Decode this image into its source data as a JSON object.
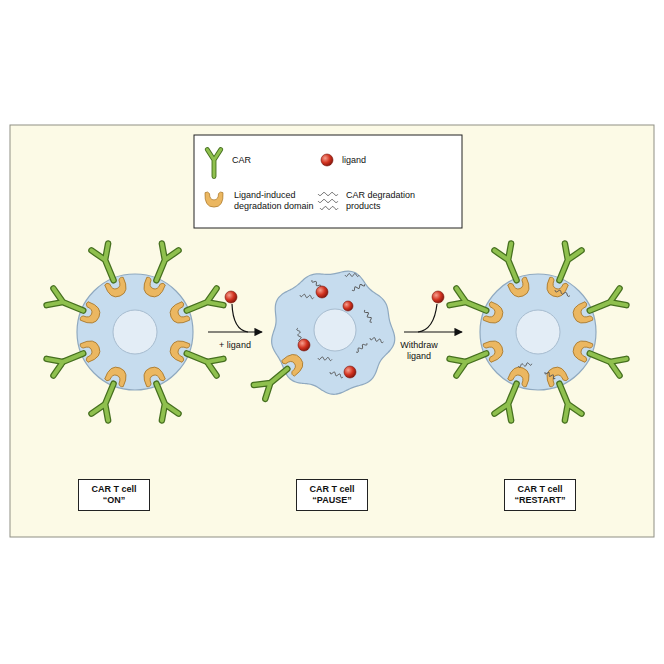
{
  "diagram": {
    "nodes": [
      {
        "text": [
          "CAR T cell “ON”"
        ]
      },
      {
        "text": [
          "CAR T cell “PAUSE”"
        ]
      },
      {
        "text": [
          "CAR T cell “RESTART”"
        ]
      }
    ],
    "labels": [
      "+ ligand",
      "Withdraw ligand"
    ],
    "legend": [
      {
        "text": "CAR"
      },
      {
        "text": "ligand"
      },
      {
        "text": "Ligand-induced degradation domain"
      },
      {
        "text": "CAR degradation products"
      }
    ]
  }
}
